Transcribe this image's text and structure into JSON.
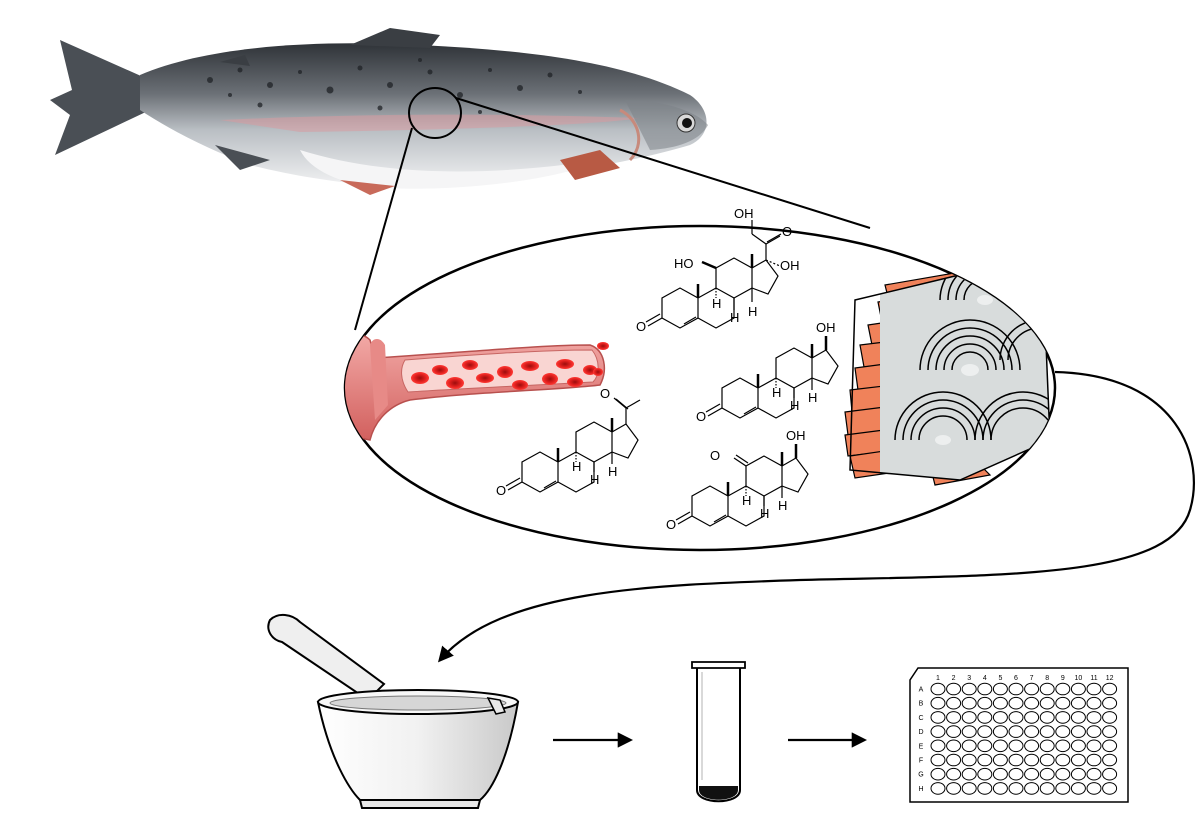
{
  "molecules": {
    "cortisol": {
      "ho11": "HO",
      "oh17": "OH",
      "oh21": "OH",
      "o20": "O",
      "o3": "O",
      "h8": "H",
      "h9": "H",
      "h14": "H"
    },
    "testosterone": {
      "oh17": "OH",
      "o3": "O",
      "h8": "H",
      "h9": "H",
      "h14": "H"
    },
    "progesterone": {
      "o20": "O",
      "o3": "O",
      "h8": "H",
      "h9": "H",
      "h14": "H"
    },
    "ketotestosterone": {
      "o11": "O",
      "oh17": "OH",
      "o3": "O",
      "h8": "H",
      "h9": "H",
      "h14": "H"
    }
  },
  "plate": {
    "columns": [
      "1",
      "2",
      "3",
      "4",
      "5",
      "6",
      "7",
      "8",
      "9",
      "10",
      "11",
      "12"
    ],
    "rows": [
      "A",
      "B",
      "C",
      "D",
      "E",
      "F",
      "G",
      "H"
    ]
  },
  "colors": {
    "scale_orange": "#f0825a",
    "blood_red": "#e0201e",
    "vessel_pink": "#e88080",
    "fish_back": "#3e4246",
    "fish_belly": "#eef0f2"
  }
}
